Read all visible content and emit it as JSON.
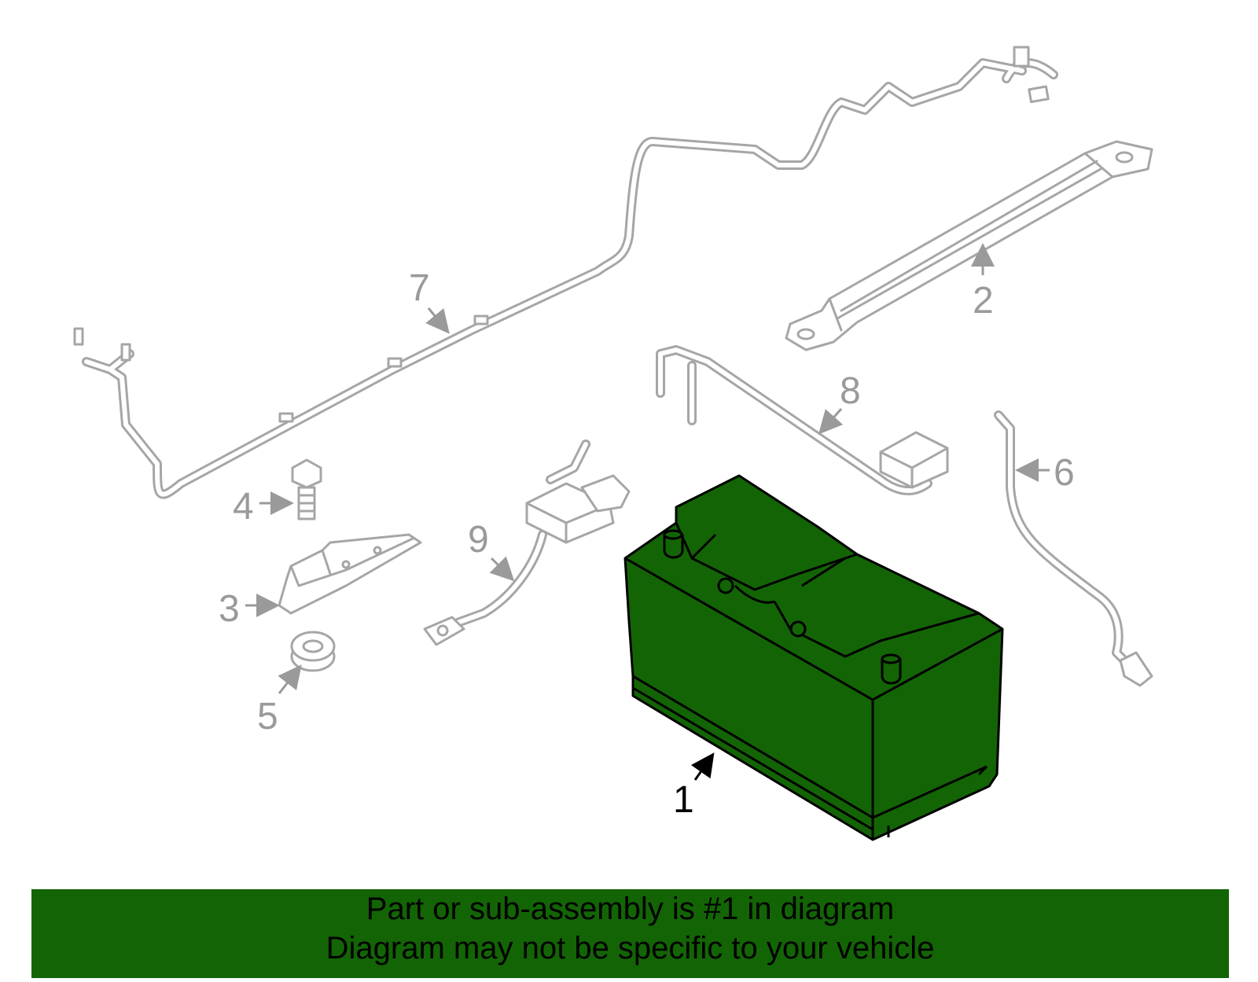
{
  "diagram": {
    "callouts": {
      "c1": "1",
      "c2": "2",
      "c3": "3",
      "c4": "4",
      "c5": "5",
      "c6": "6",
      "c7": "7",
      "c8": "8",
      "c9": "9"
    },
    "highlighted_part": "1",
    "colors": {
      "highlight": "#136405",
      "line_art": "#a6a6a6",
      "banner": "#136405"
    }
  },
  "banner": {
    "line1": "Part or sub-assembly is #1 in diagram",
    "line2": "Diagram may not be specific to your vehicle"
  }
}
